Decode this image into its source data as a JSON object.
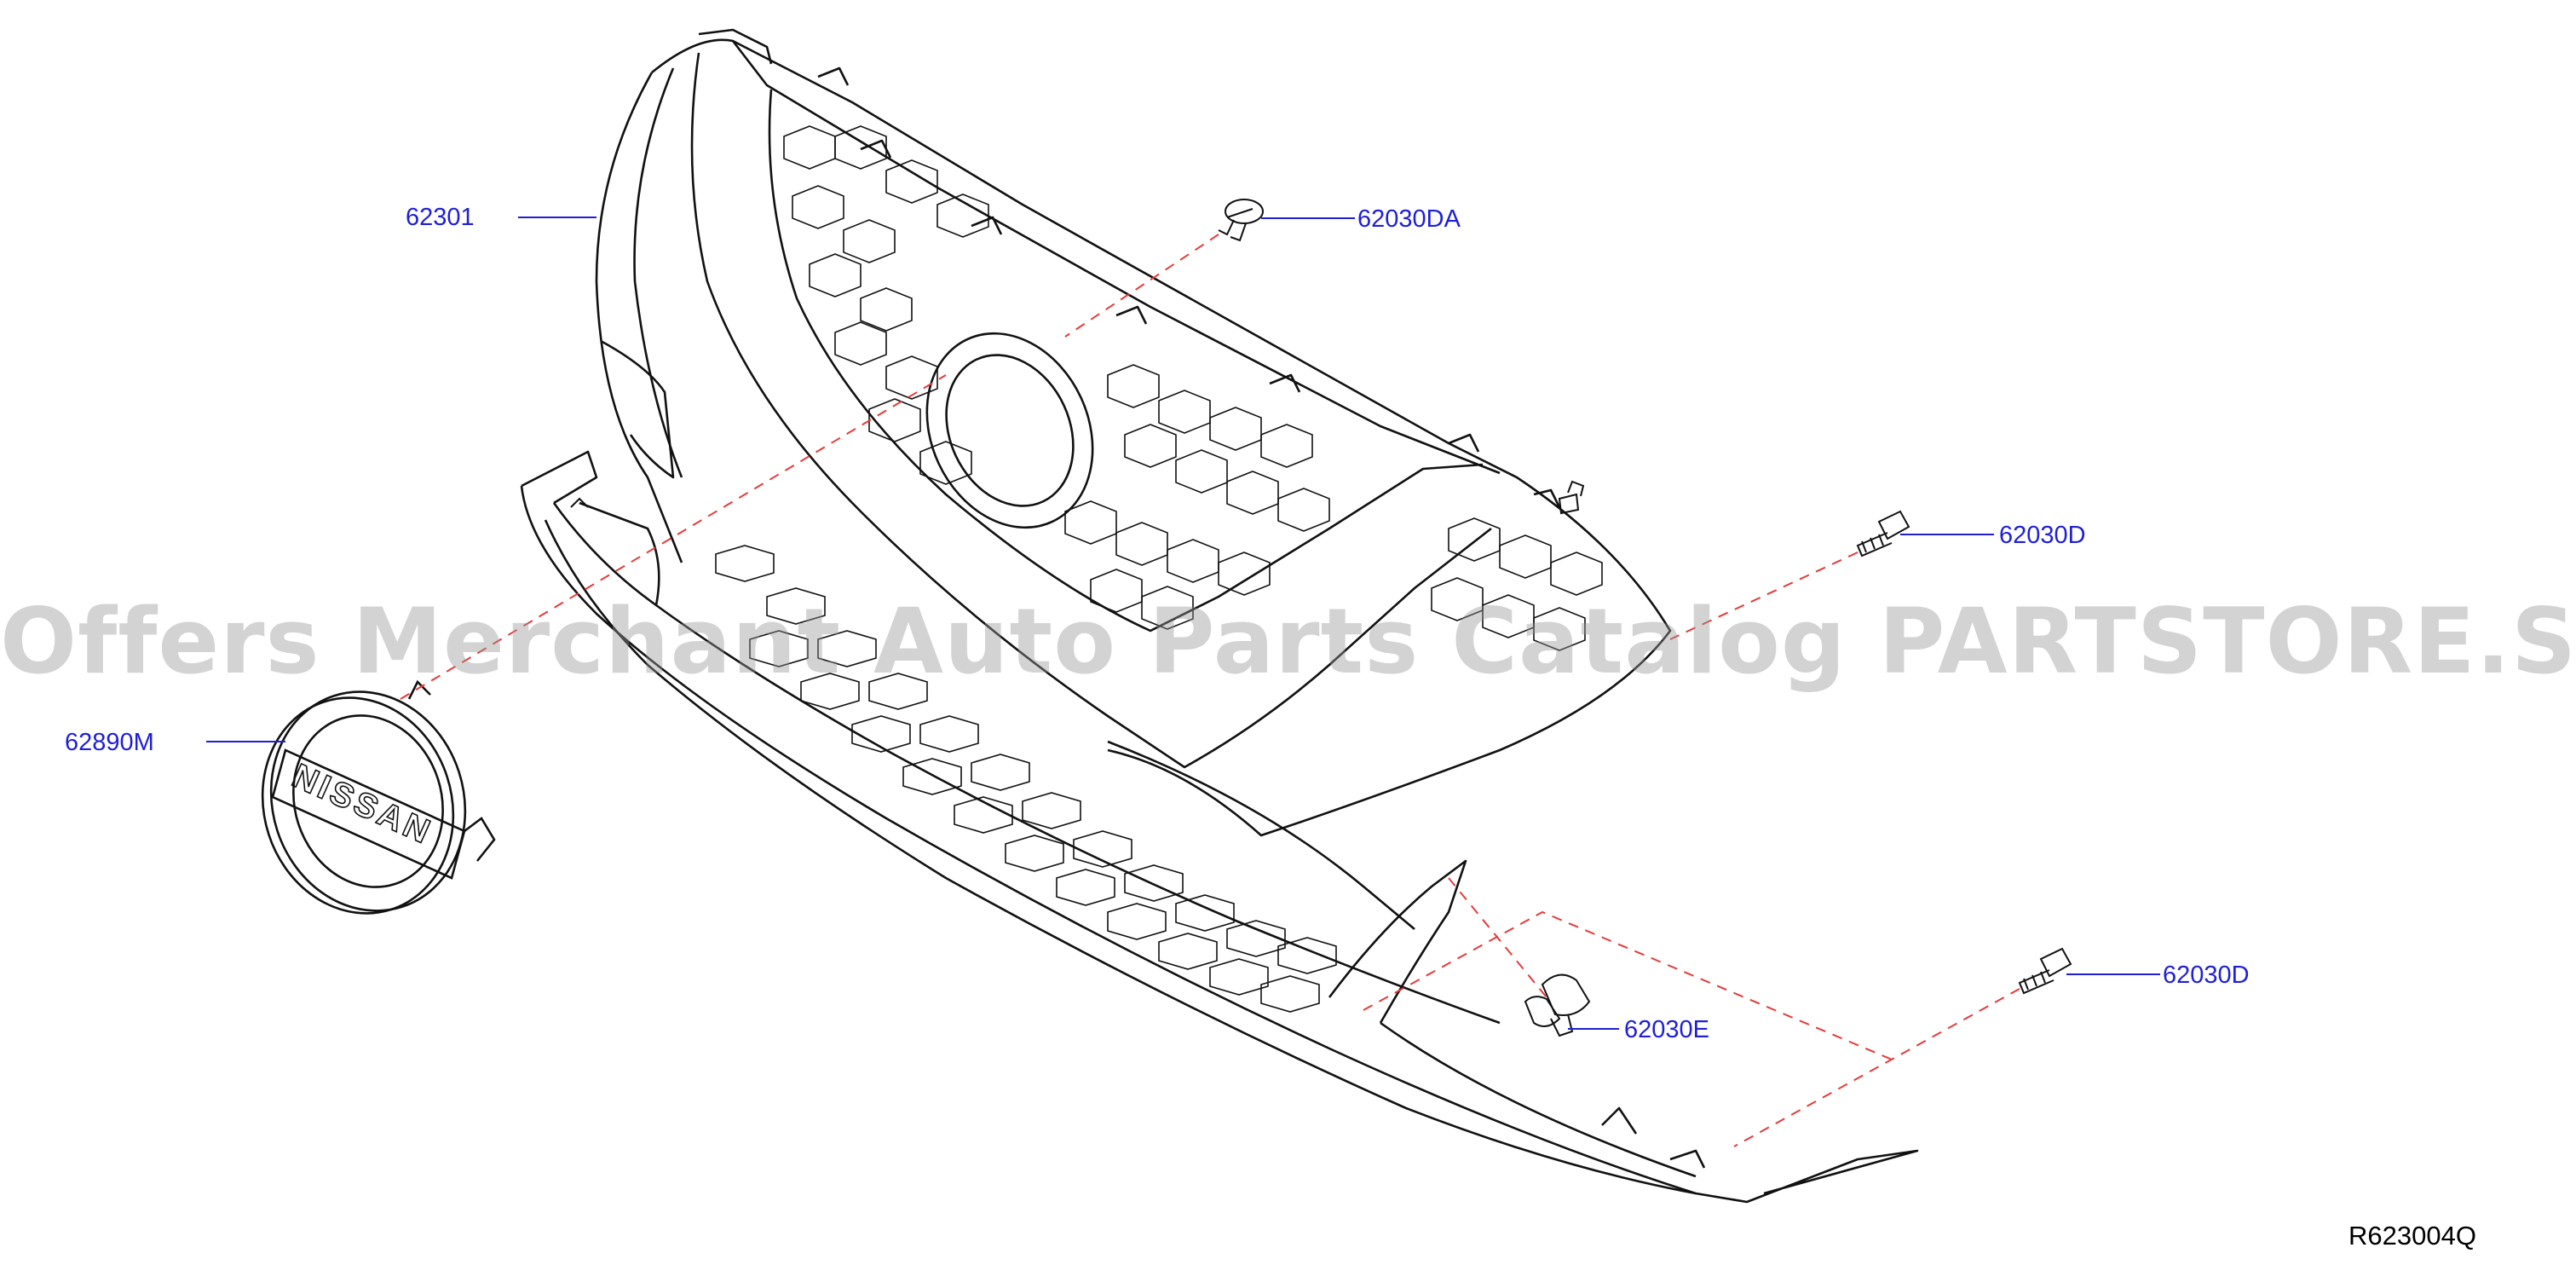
{
  "labels": {
    "grille": "62301",
    "clip_top": "62030DA",
    "emblem": "62890M",
    "screw_upper": "62030D",
    "screw_lower": "62030D",
    "clip_lower": "62030E"
  },
  "diagram_code": "R623004Q",
  "watermark": "Offers Merchant Auto Parts Catalog PARTSTORE.SA",
  "emblem_text": "NISSAN",
  "colors": {
    "label": "#1f1fd6",
    "outline": "#111111",
    "dashed_leader": "#e33b3b",
    "watermark": "#969696"
  }
}
